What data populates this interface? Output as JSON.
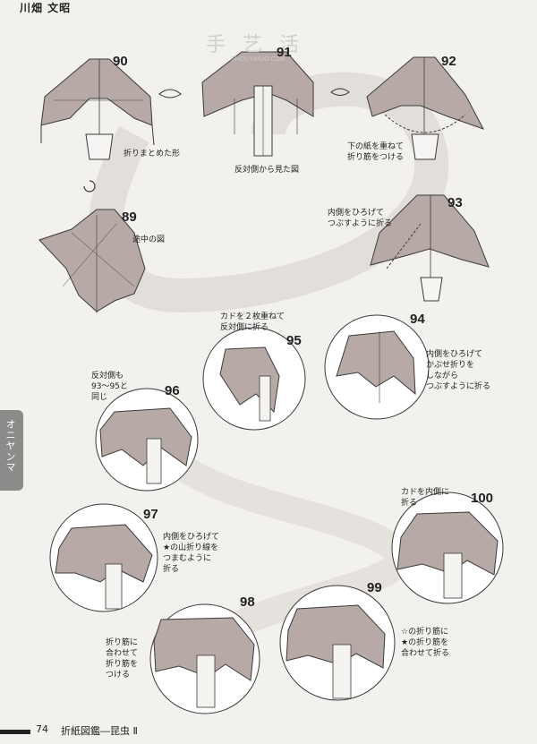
{
  "header": {
    "author": "川畑 文昭"
  },
  "watermark": {
    "text": "手 艺 活",
    "url": "SHOUYIHUO.COM"
  },
  "side_tab": {
    "label": "オニヤンマ"
  },
  "footer": {
    "page_number": "74",
    "book_title": "折紙図鑑―昆虫 Ⅱ"
  },
  "steps": {
    "s89": {
      "num": "89",
      "note": "途中の図"
    },
    "s90": {
      "num": "90",
      "note": "折りまとめた形"
    },
    "s91": {
      "num": "91",
      "note": "反対側から見た図"
    },
    "s92": {
      "num": "92",
      "note_lines": [
        "下の紙を重ねて",
        "折り筋をつける"
      ]
    },
    "s93": {
      "num": "93",
      "note_lines": [
        "内側をひろげて",
        "つぶすように折る"
      ]
    },
    "s94": {
      "num": "94",
      "note_lines": [
        "内側をひろげて",
        "かぶせ折りを",
        "しながら",
        "つぶすように折る"
      ]
    },
    "s95": {
      "num": "95",
      "note_lines": [
        "カドを２枚重ねて",
        "反対側に折る"
      ]
    },
    "s96": {
      "num": "96",
      "note_lines": [
        "反対側も",
        "93～95と",
        "同じ"
      ]
    },
    "s97": {
      "num": "97",
      "note_lines": [
        "内側をひろげて",
        "★の山折り線を",
        "つまむように",
        "折る"
      ]
    },
    "s98": {
      "num": "98",
      "note_lines": [
        "折り筋に",
        "合わせて",
        "折り筋を",
        "つける"
      ]
    },
    "s99": {
      "num": "99",
      "note_lines": [
        "☆の折り筋に",
        "★の折り筋を",
        "合わせて折る"
      ]
    },
    "s100": {
      "num": "100",
      "note_lines": [
        "カドを内側に",
        "折る"
      ]
    }
  },
  "colors": {
    "paper": "#b7aaa6",
    "paper_dark": "#9d8f8a",
    "path_band": "#dedad6",
    "line": "#3a3a3a"
  }
}
